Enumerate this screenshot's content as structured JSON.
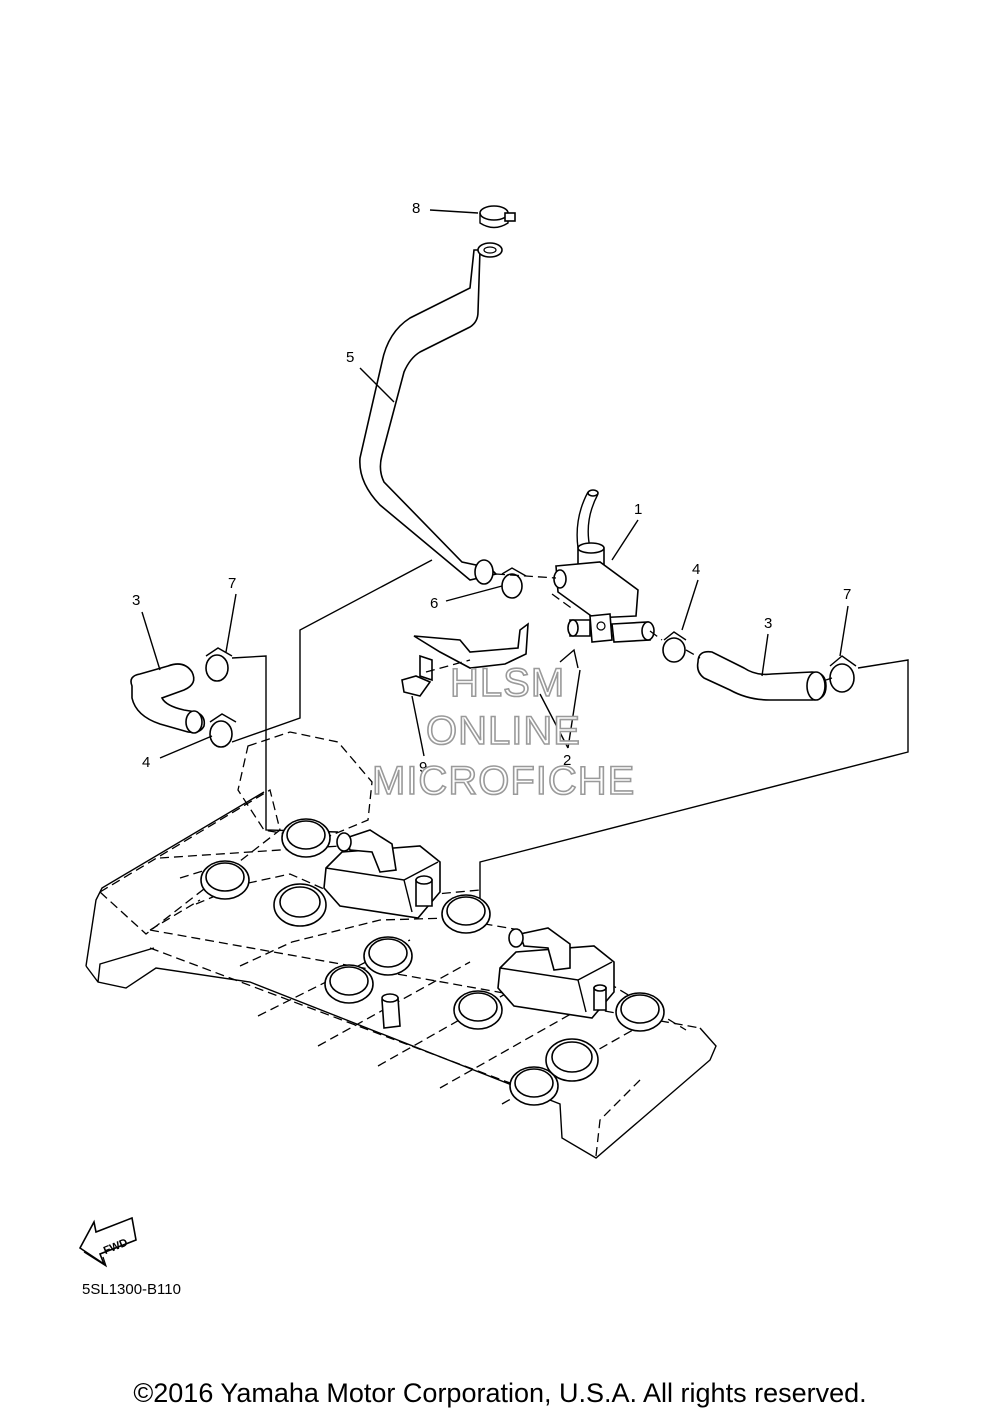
{
  "diagram": {
    "callouts": [
      "1",
      "2",
      "3",
      "3",
      "4",
      "4",
      "5",
      "6",
      "7",
      "7",
      "8",
      "9"
    ],
    "watermark": [
      "HLSM",
      "ONLINE",
      "MICROFICHE"
    ],
    "fwd_arrow": "FWD",
    "reference_code": "5SL1300-B110"
  },
  "footer": {
    "copyright": "©2016 Yamaha Motor Corporation, U.S.A. All rights reserved."
  }
}
